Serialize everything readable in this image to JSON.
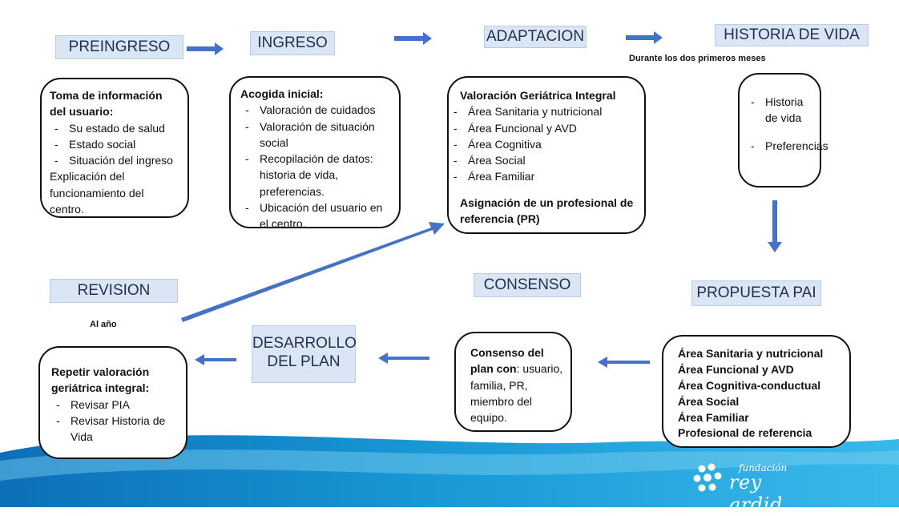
{
  "stages": {
    "preingreso": "PREINGRESO",
    "ingreso": "INGRESO",
    "adaptacion": "ADAPTACION",
    "historia_vida": "HISTORIA DE VIDA",
    "revision": "REVISION",
    "consenso": "CONSENSO",
    "propuesta_pai": "PROPUESTA PAI",
    "desarrollo_line1": "DESARROLLO",
    "desarrollo_line2": "DEL PLAN"
  },
  "notes": {
    "durante": "Durante los dos primeros meses",
    "al_ano": "Al año"
  },
  "preingreso_box": {
    "title": "Toma de información del usuario:",
    "items": [
      "Su estado de salud",
      "Estado social",
      "Situación del ingreso"
    ],
    "footer": "Explicación del funcionamiento del centro."
  },
  "ingreso_box": {
    "title": "Acogida inicial:",
    "items": [
      "Valoración de cuidados",
      "Valoración de situación social",
      "Recopilación de datos: historia de vida, preferencias.",
      "Ubicación del usuario en el centro."
    ]
  },
  "adaptacion_box": {
    "title": "Valoración Geriátrica Integral",
    "items": [
      "Área Sanitaria y nutricional",
      "Área Funcional y AVD",
      "Área Cognitiva",
      "Área Social",
      "Área Familiar"
    ],
    "footer": "Asignación de un profesional de referencia (PR)"
  },
  "historia_box": {
    "items": [
      "Historia de vida",
      "Preferencias"
    ]
  },
  "revision_box": {
    "title": "Repetir valoración geriátrica integral:",
    "items": [
      "Revisar PIA",
      "Revisar Historia de Vida"
    ]
  },
  "consenso_box": {
    "bold": "Consenso del plan con",
    "rest": ": usuario, familia, PR, miembro del equipo."
  },
  "pai_box": {
    "lines": [
      "Área Sanitaria y nutricional",
      "Área Funcional y AVD",
      "Área Cognitiva-conductual",
      "Área Social",
      "Área Familiar",
      "Profesional de referencia"
    ]
  },
  "logo": {
    "line1": "fundación",
    "line2": "rey ardid"
  },
  "colors": {
    "stage_fill": "#dbe6f4",
    "arrow": "#4472c4",
    "wave": "#1a9ad6"
  }
}
